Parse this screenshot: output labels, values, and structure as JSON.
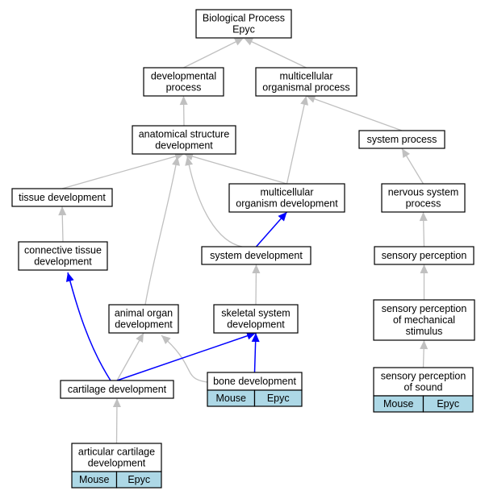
{
  "nodes": {
    "biological_process": {
      "lines": [
        "Biological Process",
        "Epyc"
      ]
    },
    "developmental_process": {
      "lines": [
        "developmental",
        "process"
      ]
    },
    "multicellular_organismal_process": {
      "lines": [
        "multicellular",
        "organismal process"
      ]
    },
    "anatomical_structure_development": {
      "lines": [
        "anatomical structure",
        "development"
      ]
    },
    "system_process": {
      "lines": [
        "system process"
      ]
    },
    "tissue_development": {
      "lines": [
        "tissue development"
      ]
    },
    "multicellular_organism_development": {
      "lines": [
        "multicellular",
        "organism development"
      ]
    },
    "nervous_system_process": {
      "lines": [
        "nervous system",
        "process"
      ]
    },
    "connective_tissue_development": {
      "lines": [
        "connective tissue",
        "development"
      ]
    },
    "system_development": {
      "lines": [
        "system development"
      ]
    },
    "sensory_perception": {
      "lines": [
        "sensory perception"
      ]
    },
    "animal_organ_development": {
      "lines": [
        "animal organ",
        "development"
      ]
    },
    "skeletal_system_development": {
      "lines": [
        "skeletal system",
        "development"
      ]
    },
    "sensory_perception_mechanical": {
      "lines": [
        "sensory perception",
        "of mechanical",
        "stimulus"
      ]
    },
    "bone_development": {
      "lines": [
        "bone development"
      ],
      "tags": [
        "Mouse",
        "Epyc"
      ]
    },
    "sensory_perception_sound": {
      "lines": [
        "sensory perception",
        "of sound"
      ],
      "tags": [
        "Mouse",
        "Epyc"
      ]
    },
    "cartilage_development": {
      "lines": [
        "cartilage development"
      ]
    },
    "articular_cartilage_development": {
      "lines": [
        "articular cartilage",
        "development"
      ],
      "tags": [
        "Mouse",
        "Epyc"
      ]
    }
  },
  "edge_colors": {
    "is_a": "#c0c0c0",
    "part_of": "#0000ff"
  }
}
